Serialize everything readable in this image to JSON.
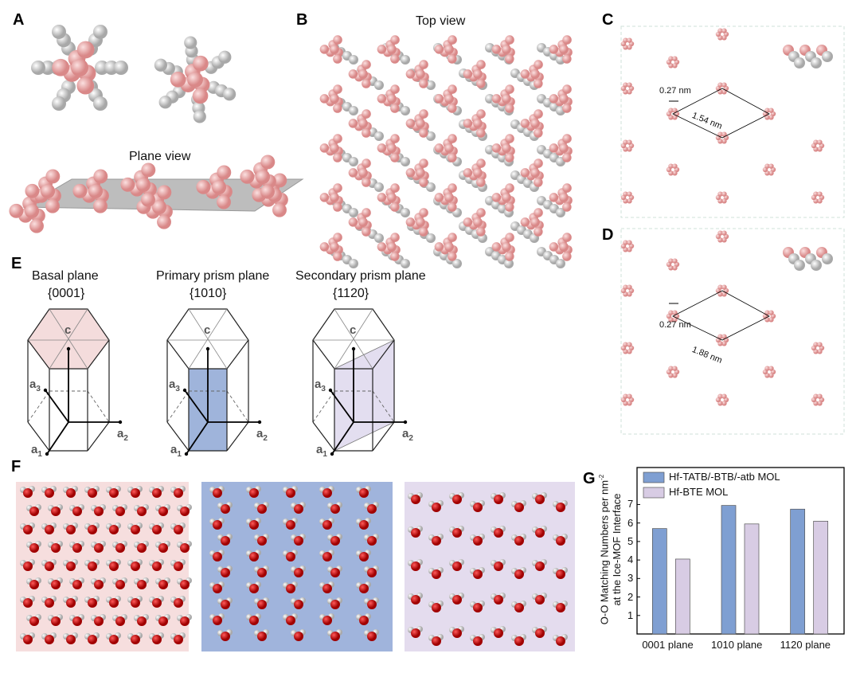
{
  "panels": {
    "A": {
      "label": "A",
      "subtitle": "Plane view"
    },
    "B": {
      "label": "B",
      "subtitle": "Top view"
    },
    "C": {
      "label": "C",
      "ring_spacing": "0.27 nm",
      "cell_length": "1.54 nm"
    },
    "D": {
      "label": "D",
      "ring_spacing": "0.27 nm",
      "cell_length": "1.88 nm"
    },
    "E": {
      "label": "E",
      "planes": [
        {
          "name": "Basal plane",
          "index": "{0001}"
        },
        {
          "name": "Primary prism plane",
          "index": "{1010}"
        },
        {
          "name": "Secondary prism plane",
          "index": "{1120}"
        }
      ],
      "axes": {
        "c": "c",
        "a1": "a",
        "a1_sub": "1",
        "a2": "a",
        "a2_sub": "2",
        "a3": "a",
        "a3_sub": "3"
      }
    },
    "F": {
      "label": "F"
    },
    "G": {
      "label": "G"
    }
  },
  "colors": {
    "pink": "#e9a0a0",
    "basal_fill": "#f4dcdc",
    "primary_fill": "#9fb4db",
    "secondary_fill": "#e3def0",
    "bar_blue": "#7f9fd2",
    "bar_lavender": "#d8cce4"
  },
  "chart_data": {
    "type": "bar",
    "categories": [
      "0001 plane",
      "1010 plane",
      "1120 plane"
    ],
    "series": [
      {
        "name": "Hf-TATB/-BTB/-atb MOL",
        "values": [
          5.7,
          6.95,
          6.75
        ]
      },
      {
        "name": "Hf-BTE MOL",
        "values": [
          4.05,
          5.95,
          6.1
        ]
      }
    ],
    "ylabel_line1": "O-O Matching Numbers per nm",
    "ylabel_sup": "-2",
    "ylabel_line2": "at the Ice-MOF Interface",
    "yticks": [
      "1",
      "2",
      "3",
      "4",
      "5",
      "6",
      "7"
    ],
    "ylim": [
      0,
      9
    ],
    "legend": "top-left"
  }
}
